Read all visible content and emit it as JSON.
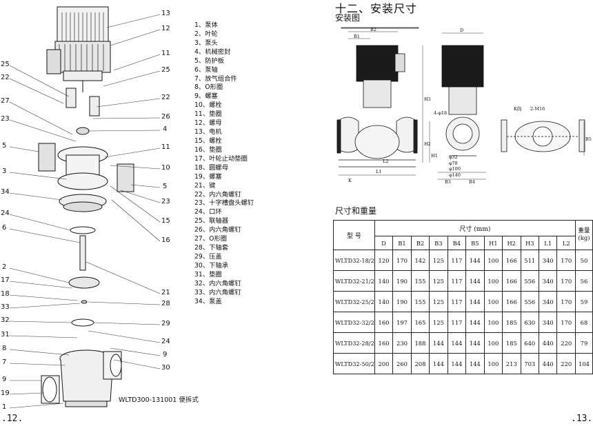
{
  "left_page": {
    "parts": [
      "1、泵体",
      "2、叶轮",
      "3、泵头",
      "4、机械密封",
      "5、防护板",
      "6、泵轴",
      "7、放气组合件",
      "8、O形圈",
      "9、螺塞",
      "10、螺栓",
      "11、垫圈",
      "12、螺母",
      "13、电机",
      "15、螺栓",
      "16、垫圈",
      "17、叶轮止动垫圈",
      "18、圆螺母",
      "19、螺塞",
      "21、键",
      "22、内六角螺钉",
      "23、十字槽盘头螺钉",
      "24、口环",
      "25、联轴器",
      "26、内六角螺钉",
      "27、O形圈",
      "28、下轴套",
      "29、压盖",
      "30、下轴承",
      "31、垫圈",
      "32、内六角螺钉",
      "33、内六角螺钉",
      "34、泵盖"
    ],
    "callouts_left": [
      "25",
      "22",
      "27",
      "23",
      "5",
      "3",
      "34",
      "24",
      "6",
      "2",
      "17",
      "18",
      "33",
      "32",
      "31",
      "8",
      "7",
      "9",
      "19",
      "1"
    ],
    "callouts_right": [
      "13",
      "12",
      "11",
      "25",
      "22",
      "26",
      "4",
      "11",
      "10",
      "5",
      "23",
      "15",
      "16",
      "21",
      "28",
      "29",
      "24",
      "9",
      "30"
    ],
    "caption": "WLTD300-131001 便拆式",
    "page_number": ".12."
  },
  "right_page": {
    "section_title": "十二、安装尺寸",
    "install_subtitle": "安装图",
    "table_subtitle": "尺寸和重量",
    "page_number": ".13.",
    "drawing_labels": {
      "B1": "B1",
      "B2": "B2",
      "H1": "H1",
      "H2": "H2",
      "H3": "H3",
      "L1": "L1",
      "L2": "L2",
      "K": "K",
      "D": "D",
      "B3": "B3",
      "B4": "B4",
      "B5": "B5",
      "d32": "φ32",
      "d78": "φ78",
      "d100": "φ100",
      "d140": "φ140",
      "holes": "4-φ18",
      "bolts": "2-M16",
      "kdir": "K向"
    },
    "table": {
      "model_header": "型  号",
      "dims_header": "尺寸 (mm)",
      "weight_header": "重量\n(kg)",
      "weight_header_line1": "重量",
      "weight_header_line2": "(kg)",
      "columns": [
        "D",
        "B1",
        "B2",
        "B3",
        "B4",
        "B5",
        "H1",
        "H2",
        "H3",
        "L1",
        "L2"
      ],
      "rows": [
        {
          "model": "WLTD32-18/2",
          "values": [
            "120",
            "170",
            "142",
            "125",
            "117",
            "144",
            "100",
            "166",
            "511",
            "340",
            "170"
          ],
          "weight": "50"
        },
        {
          "model": "WLTD32-21/2",
          "values": [
            "140",
            "190",
            "155",
            "125",
            "117",
            "144",
            "100",
            "166",
            "556",
            "340",
            "170"
          ],
          "weight": "56"
        },
        {
          "model": "WLTD32-25/2",
          "values": [
            "140",
            "190",
            "155",
            "125",
            "117",
            "144",
            "100",
            "166",
            "556",
            "340",
            "170"
          ],
          "weight": "59"
        },
        {
          "model": "WLTD32-32/2",
          "values": [
            "160",
            "197",
            "165",
            "125",
            "117",
            "144",
            "100",
            "185",
            "630",
            "340",
            "170"
          ],
          "weight": "68"
        },
        {
          "model": "WLTD32-28/2",
          "values": [
            "160",
            "230",
            "188",
            "144",
            "144",
            "144",
            "100",
            "185",
            "640",
            "440",
            "220"
          ],
          "weight": "79"
        },
        {
          "model": "WLTD32-50/2",
          "values": [
            "200",
            "260",
            "208",
            "144",
            "144",
            "144",
            "100",
            "213",
            "703",
            "440",
            "220"
          ],
          "weight": "104"
        }
      ]
    }
  }
}
